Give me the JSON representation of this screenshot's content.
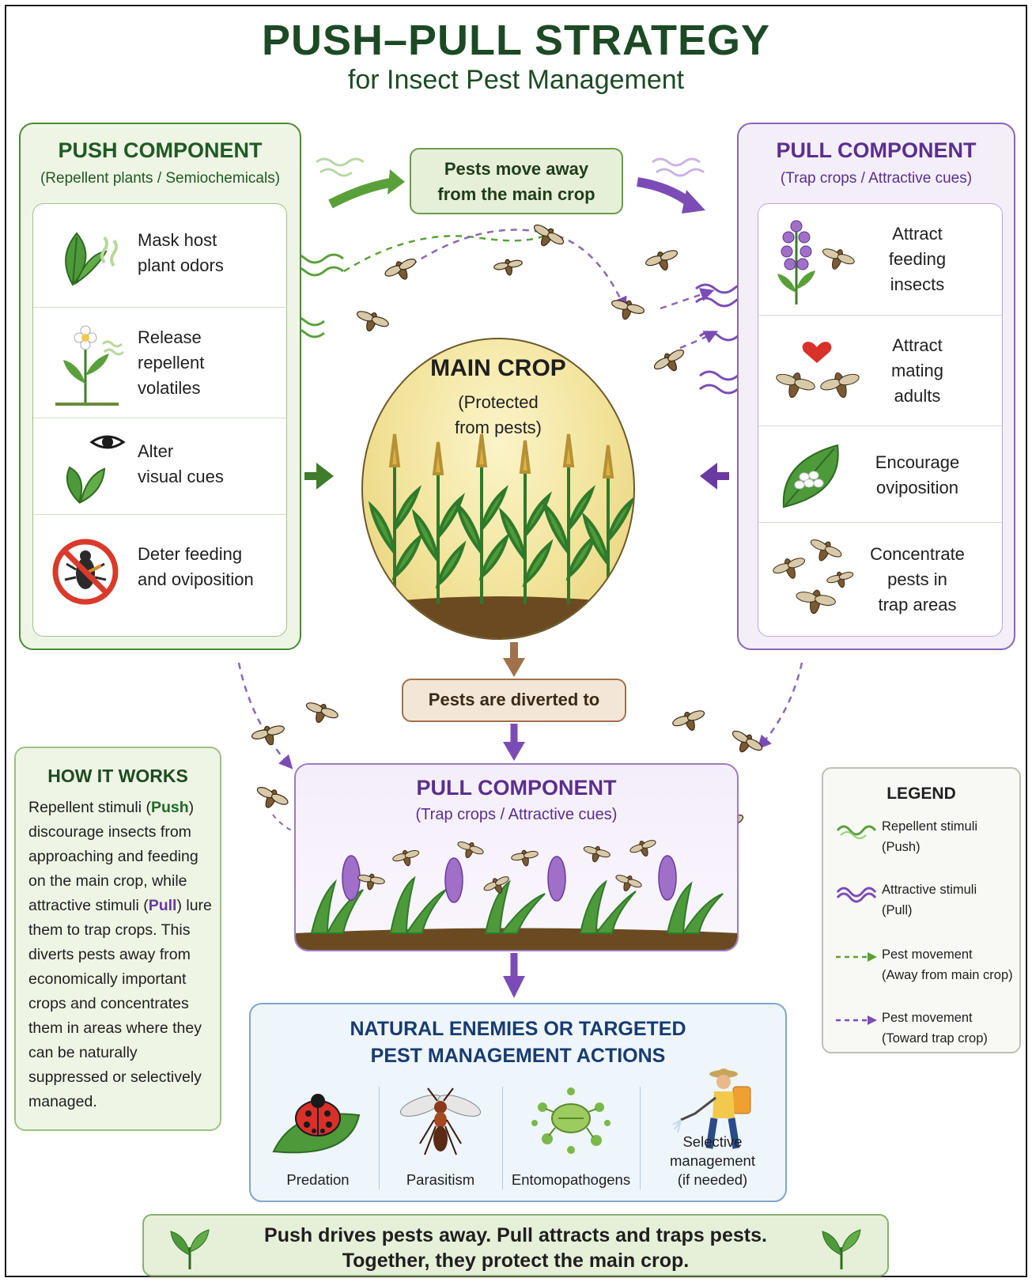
{
  "header": {
    "title": "PUSH–PULL STRATEGY",
    "subtitle": "for Insect Pest Management"
  },
  "push": {
    "title": "PUSH COMPONENT",
    "subtitle": "(Repellent plants / Semiochemicals)",
    "items": [
      {
        "label": "Mask host plant odors",
        "lines": [
          "Mask host",
          "plant odors"
        ],
        "icon": "leaf-icon"
      },
      {
        "label": "Release repellent volatiles",
        "lines": [
          "Release",
          "repellent",
          "volatiles"
        ],
        "icon": "flower-plant-icon"
      },
      {
        "label": "Alter visual cues",
        "lines": [
          "Alter",
          "visual cues"
        ],
        "icon": "eye-icon"
      },
      {
        "label": "Deter feeding and oviposition",
        "lines": [
          "Deter feeding",
          "and oviposition"
        ],
        "icon": "no-bug-icon"
      }
    ]
  },
  "pull": {
    "title": "PULL COMPONENT",
    "subtitle": "(Trap crops / Attractive cues)",
    "items": [
      {
        "label": "Attract feeding insects",
        "lines": [
          "Attract",
          "feeding",
          "insects"
        ],
        "icon": "purple-flower-icon"
      },
      {
        "label": "Attract mating adults",
        "lines": [
          "Attract",
          "mating",
          "adults"
        ],
        "icon": "mating-insects-icon"
      },
      {
        "label": "Encourage oviposition",
        "lines": [
          "Encourage",
          "oviposition"
        ],
        "icon": "eggs-leaf-icon"
      },
      {
        "label": "Concentrate pests in trap areas",
        "lines": [
          "Concentrate",
          "pests in",
          "trap areas"
        ],
        "icon": "pest-swarm-icon"
      }
    ]
  },
  "flow": {
    "move_away_lines": [
      "Pests move away",
      "from the main crop"
    ],
    "diverted": "Pests are diverted to"
  },
  "main_crop": {
    "title": "MAIN CROP",
    "subtitle_lines": [
      "(Protected",
      "from pests)"
    ]
  },
  "trap_crop": {
    "title": "PULL COMPONENT",
    "subtitle": "(Trap crops / Attractive cues)"
  },
  "how_it_works": {
    "title": "HOW IT WORKS",
    "text_1": "Repellent stimuli (",
    "push_word": "Push",
    "text_2": ") discourage insects from approaching and feeding on the main crop, while attractive stimuli (",
    "pull_word": "Pull",
    "text_3": ") lure them to trap crops. This diverts pests away from economically important crops and concentrates them in areas where they can be naturally suppressed or selectively managed."
  },
  "legend": {
    "title": "LEGEND",
    "items": [
      {
        "lines": [
          "Repellent stimuli",
          "(Push)"
        ],
        "symbol": "green-wave",
        "color": "#5aa03a"
      },
      {
        "lines": [
          "Attractive stimuli",
          "(Pull)"
        ],
        "symbol": "purple-wave",
        "color": "#7b4cb5"
      },
      {
        "lines": [
          "Pest movement",
          "(Away from main crop)"
        ],
        "symbol": "green-dashed-arrow",
        "color": "#5aa03a"
      },
      {
        "lines": [
          "Pest movement",
          "(Toward trap crop)"
        ],
        "symbol": "purple-dashed-arrow",
        "color": "#7b4cb5"
      }
    ]
  },
  "enemies": {
    "title_lines": [
      "NATURAL ENEMIES OR TARGETED",
      "PEST MANAGEMENT ACTIONS"
    ],
    "items": [
      {
        "label_lines": [
          "Predation"
        ],
        "icon": "ladybug-icon"
      },
      {
        "label_lines": [
          "Parasitism"
        ],
        "icon": "wasp-icon"
      },
      {
        "label_lines": [
          "Entomopathogens"
        ],
        "icon": "pathogen-icon"
      },
      {
        "label_lines": [
          "Selective management",
          "(if needed)"
        ],
        "icon": "sprayer-icon"
      }
    ]
  },
  "footer": {
    "lines": [
      "Push drives pests away. Pull attracts and traps pests.",
      "Together, they protect the main crop."
    ]
  },
  "colors": {
    "push_green": "#4b8a3a",
    "pull_purple": "#8a67b5",
    "title_green": "#1c4a24",
    "enemies_blue": "#173c70",
    "diverted_brown": "#a0714a"
  }
}
